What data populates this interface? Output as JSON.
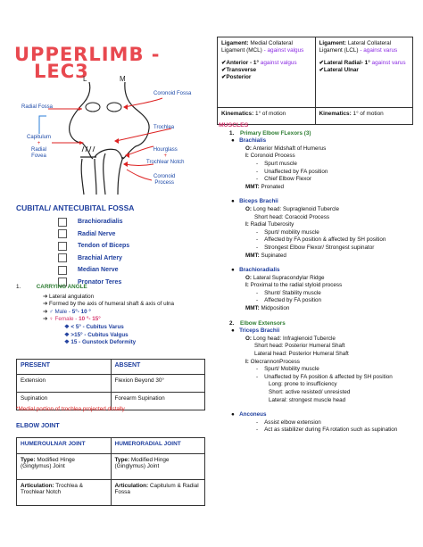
{
  "title": {
    "line1": "UPPERLIMB -",
    "line2": "LEC3"
  },
  "figure": {
    "L": "L",
    "M": "M",
    "labels": {
      "radial_fossa": "Radial Fossa",
      "coronoid_fossa": "Coronoid Fossa",
      "trochlea": "Trochlea",
      "capitulum": "Capitulum",
      "plus": "+",
      "radial": "Radial",
      "fovea": "Fovea",
      "hourglass": "Hourglass",
      "plus2": "+",
      "trochlear_notch": "Trochlear Notch",
      "coronoid": "Coronoid",
      "process": "Process"
    }
  },
  "cubital": {
    "heading": "CUBITAL/ ANTECUBITAL FOSSA",
    "items": [
      "Brachioradialis",
      "Radial Nerve",
      "Tendon of Biceps",
      "Brachial Artery",
      "Median Nerve",
      "Pronator Teres"
    ]
  },
  "carrying": {
    "num": "1.",
    "heading": "CARRYING ANGLE",
    "lines": [
      "Lateral angulation",
      "Formed by the axis of humeral shaft & axis of ulna"
    ],
    "male_sym": "♂",
    "male": "Male - ",
    "male_val": "5°- 10 °",
    "female_sym": "♀",
    "female": "Female - ",
    "female_val": "10 °- 15°",
    "sub": [
      {
        "mark": "❖",
        "text": "< 5° - Cubitus Varus"
      },
      {
        "mark": "❖",
        "text": ">15° - Cubitus Valgus"
      },
      {
        "mark": "❖",
        "text": "15 - Gunstock Deformity"
      }
    ]
  },
  "present_table": {
    "h1": "PRESENT",
    "h2": "ABSENT",
    "rows": [
      [
        "Extension",
        "Flexion Beyond 30°"
      ],
      [
        "Supination",
        "Forearm Supination"
      ]
    ],
    "note": "*Medial portion of trochlea projected distally"
  },
  "elbow": {
    "heading": "ELBOW JOINT",
    "h1": "HUMEROULNAR JOINT",
    "h2": "HUMERORADIAL JOINT",
    "type_label": "Type:",
    "type1": " Modified Hinge (Ginglymus) Joint",
    "type2": " Modified Hinge (Ginglymus) Joint",
    "art_label": "Articulation:",
    "art1": " Trochlea & Trochlear Notch",
    "art2": " Capitulum & Radial Fossa"
  },
  "lig_table": {
    "c1_a": "Ligament:",
    "c1_b": " Medial Collateral Ligament (MCL)",
    "c1_c": " - against valgus",
    "c2_a": "Ligament:",
    "c2_b": " Lateral Collateral Ligament (LCL)",
    "c2_c": " - against varus",
    "c1_d": "✔Anterior - 1°",
    "c1_e": "  against valgus",
    "c1_f": "✔Transverse",
    "c1_g": "✔Posterior",
    "c2_d": "✔Lateral Radial- 1°",
    "c2_e": "  against varus",
    "c2_f": "✔Lateral Ulnar",
    "k_label": "Kinematics:",
    "k_val": " 1° of motion"
  },
  "muscles": {
    "heading": "MUSCLES",
    "g1": "1.",
    "g1_title": "Primary Elbow FLexors (3)",
    "brachialis": {
      "name": "Brachialis",
      "o": "O:",
      "o_t": " Anterior Midshaft of Humerus",
      "i": "I:",
      "i_t": " Coronoid Process",
      "subs": [
        "Spurt muscle",
        "Unaffected by FA position",
        "Chief Elbow Flexor"
      ],
      "mmt": "MMT:",
      "mmt_t": " Pronated"
    },
    "biceps": {
      "name": "Biceps Brachii",
      "o": "O:",
      "o_t": " Long head: Supraglenoid Tubercle",
      "o2": "Short head: Coracoid Process",
      "i": "I:",
      "i_t": " Radial Tuberosity",
      "subs": [
        "Spurt/ mobility muscle",
        "Affected by FA position & affected by SH position",
        "Strongest Elbow Flexor/ Strongest supinator"
      ],
      "mmt": "MMT:",
      "mmt_t": " Supinated"
    },
    "brachioradialis": {
      "name": "Brachioradialis",
      "o": "O:",
      "o_t": " Lateral Supracondylar Ridge",
      "i": "I:",
      "i_t": " Proximal to the radial styloid process",
      "subs": [
        "Shunt/ Stability muscle",
        "Affected by FA position"
      ],
      "mmt": "MMT:",
      "mmt_t": " Midposition"
    },
    "g2": "2.",
    "g2_title": "Elbow Extensors",
    "triceps": {
      "name": "Triceps Brachii",
      "o": "O:",
      "o_t": " Long head: Infraglenoid Tubercle",
      "o2": "Short head: Posterior Humeral Shaft",
      "o3": "Lateral head: Posterior Humeral Shaft",
      "i": "I:",
      "i_t": " OlecrannonProcess",
      "subs": [
        "Spurt/ Mobility  muscle",
        "Unaffected by FA position & affected by SH position"
      ],
      "extra": [
        "Long: prone to insufficiency",
        "Short: active resisted/ unresisted",
        "Lateral: strongest muscle head"
      ]
    },
    "anconeus": {
      "name": "Anconeus",
      "subs": [
        "Assist elbow extension",
        "Act as stabilizer during FA rotation such as supination"
      ]
    }
  }
}
